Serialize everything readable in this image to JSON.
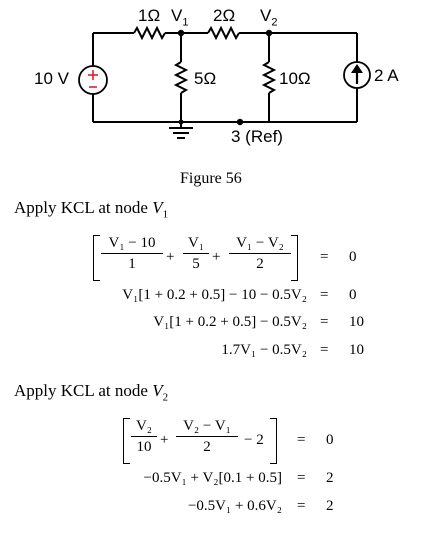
{
  "figure": {
    "labels": {
      "r1": "1Ω",
      "v1": "V",
      "v1_sub": "1",
      "r2": "2Ω",
      "v2": "V",
      "v2_sub": "2",
      "source_v": "10 V",
      "r5": "5Ω",
      "r10": "10Ω",
      "source_i": "2 A",
      "ref": "3 (Ref)"
    },
    "caption": "Figure 56"
  },
  "section1": {
    "intro": "Apply KCL at node ",
    "node": "V",
    "node_sub": "1",
    "eq1": {
      "f1_num": "V₁ − 10",
      "f1_den": "1",
      "f2_num": "V₁",
      "f2_den": "5",
      "f3_num": "V₁ − V₂",
      "f3_den": "2",
      "plus": "+",
      "eq": "=",
      "rhs": "0"
    },
    "lines": [
      {
        "lhs": "V₁[1 + 0.2 + 0.5] − 10 − 0.5V₂",
        "eq": "=",
        "rhs": "0"
      },
      {
        "lhs": "V₁[1 + 0.2 + 0.5] − 0.5V₂",
        "eq": "=",
        "rhs": "10"
      },
      {
        "lhs": "1.7V₁ − 0.5V₂",
        "eq": "=",
        "rhs": "10"
      }
    ]
  },
  "section2": {
    "intro": "Apply KCL at node ",
    "node": "V",
    "node_sub": "2",
    "eq1": {
      "f1_num": "V₂",
      "f1_den": "10",
      "f2_num": "V₂ − V₁",
      "f2_den": "2",
      "plus": "+",
      "minus2": "− 2",
      "eq": "=",
      "rhs": "0"
    },
    "lines": [
      {
        "lhs": "−0.5V₁ + V₂[0.1 + 0.5]",
        "eq": "=",
        "rhs": "2"
      },
      {
        "lhs": "−0.5V₁ + 0.6V₂",
        "eq": "=",
        "rhs": "2"
      }
    ]
  }
}
